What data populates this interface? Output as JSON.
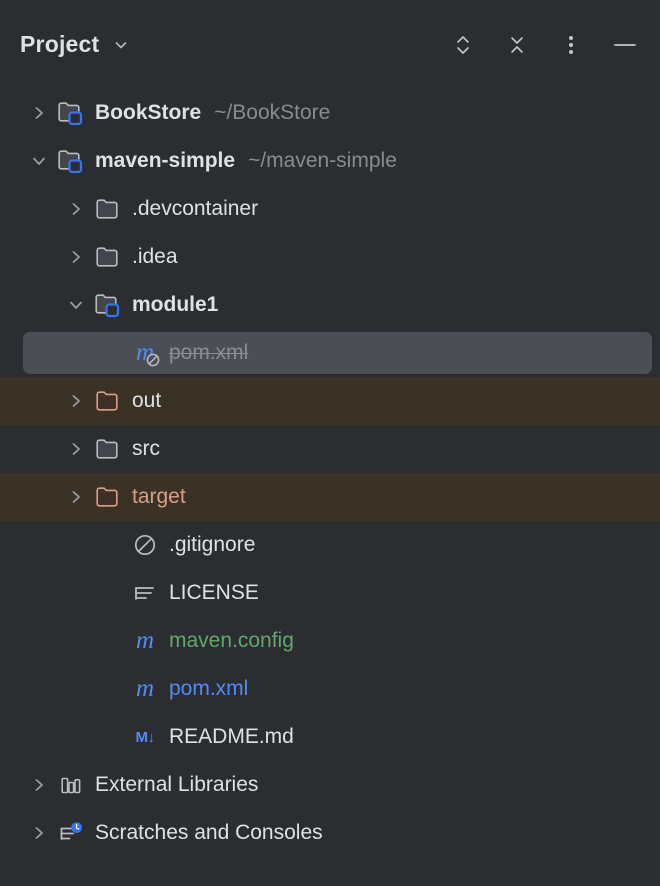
{
  "window": {
    "background": "#2b2d30",
    "title": "Project",
    "title_chevron_icon": "chevron-down-icon",
    "actions": [
      {
        "name": "expand-all-button",
        "icon": "expand-all-icon",
        "tooltip": "Expand All"
      },
      {
        "name": "collapse-all-button",
        "icon": "collapse-all-icon",
        "tooltip": "Collapse All"
      },
      {
        "name": "options-button",
        "icon": "more-vertical-icon",
        "tooltip": "Options"
      },
      {
        "name": "minimize-button",
        "icon": "minimize-icon",
        "tooltip": "Hide"
      }
    ]
  },
  "colors": {
    "background": "#2b2d30",
    "text": "#dfe1e5",
    "muted_text": "#888b90",
    "selection": "#4b4e55",
    "excluded_row": "#3b3226",
    "vcs_added_green": "#62a86c",
    "vcs_modified_blue": "#548af7",
    "excluded_salmon": "#d9a089",
    "module_badge_blue": "#3574f0"
  },
  "tree": {
    "rows": [
      {
        "id": "bookstore",
        "depth": 0,
        "arrow": "chevron-right-icon",
        "expanded": false,
        "icon": "module-folder-icon",
        "label": "BookStore",
        "bold": true,
        "path": "~/BookStore"
      },
      {
        "id": "maven-simple",
        "depth": 0,
        "arrow": "chevron-down-icon",
        "expanded": true,
        "icon": "module-folder-icon",
        "label": "maven-simple",
        "bold": true,
        "path": "~/maven-simple"
      },
      {
        "id": "devcontainer",
        "depth": 1,
        "arrow": "chevron-right-icon",
        "expanded": false,
        "icon": "folder-icon",
        "label": ".devcontainer",
        "bold": false,
        "path": ""
      },
      {
        "id": "idea",
        "depth": 1,
        "arrow": "chevron-right-icon",
        "expanded": false,
        "icon": "folder-icon",
        "label": ".idea",
        "bold": false,
        "path": ""
      },
      {
        "id": "module1",
        "depth": 1,
        "arrow": "chevron-down-icon",
        "expanded": true,
        "icon": "module-folder-icon",
        "label": "module1",
        "bold": true,
        "path": ""
      },
      {
        "id": "module1-pom",
        "depth": 2,
        "arrow": "",
        "icon": "maven-file-excluded-icon",
        "label": "pom.xml",
        "bold": false,
        "path": "",
        "selected": true,
        "strikethrough": true
      },
      {
        "id": "out",
        "depth": 1,
        "arrow": "chevron-right-icon",
        "expanded": false,
        "icon": "folder-excluded-icon",
        "label": "out",
        "bold": false,
        "path": "",
        "excluded_background": true
      },
      {
        "id": "src",
        "depth": 1,
        "arrow": "chevron-right-icon",
        "expanded": false,
        "icon": "folder-icon",
        "label": "src",
        "bold": false,
        "path": ""
      },
      {
        "id": "target",
        "depth": 1,
        "arrow": "chevron-right-icon",
        "expanded": false,
        "icon": "folder-excluded-icon",
        "label": "target",
        "bold": false,
        "path": "",
        "excluded_background": true,
        "label_color": "salmon"
      },
      {
        "id": "gitignore",
        "depth": 2,
        "arrow": "",
        "icon": "gitignore-icon",
        "label": ".gitignore",
        "bold": false,
        "path": ""
      },
      {
        "id": "license",
        "depth": 2,
        "arrow": "",
        "icon": "text-file-icon",
        "label": "LICENSE",
        "bold": false,
        "path": ""
      },
      {
        "id": "maven-config",
        "depth": 2,
        "arrow": "",
        "icon": "maven-file-icon",
        "label": "maven.config",
        "bold": false,
        "path": "",
        "label_color": "green"
      },
      {
        "id": "root-pom",
        "depth": 2,
        "arrow": "",
        "icon": "maven-file-icon",
        "label": "pom.xml",
        "bold": false,
        "path": "",
        "label_color": "blue"
      },
      {
        "id": "readme",
        "depth": 2,
        "arrow": "",
        "icon": "markdown-icon",
        "label": "README.md",
        "bold": false,
        "path": ""
      },
      {
        "id": "external-libraries",
        "depth": 0,
        "arrow": "chevron-right-icon",
        "expanded": false,
        "icon": "external-libraries-icon",
        "label": "External Libraries",
        "bold": false,
        "path": ""
      },
      {
        "id": "scratches",
        "depth": 0,
        "arrow": "chevron-right-icon",
        "expanded": false,
        "icon": "scratches-icon",
        "label": "Scratches and Consoles",
        "bold": false,
        "path": ""
      }
    ]
  }
}
